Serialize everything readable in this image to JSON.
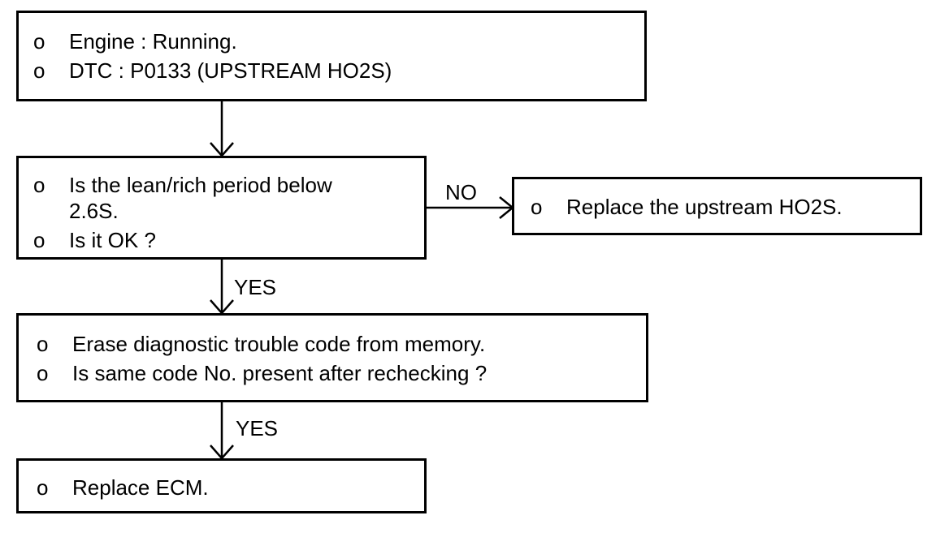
{
  "flowchart": {
    "box1": {
      "bullet": "o",
      "lines": [
        "Engine : Running.",
        "DTC : P0133 (UPSTREAM HO2S)"
      ]
    },
    "box2": {
      "bullet": "o",
      "lines": [
        "Is the lean/rich period below",
        "2.6S.",
        "Is it OK ?"
      ]
    },
    "box3": {
      "bullet": "o",
      "lines": [
        "Erase diagnostic trouble code from memory.",
        "Is same code No. present after rechecking ?"
      ]
    },
    "box4": {
      "bullet": "o",
      "lines": [
        "Replace ECM."
      ]
    },
    "box_no": {
      "bullet": "o",
      "lines": [
        "Replace the upstream HO2S."
      ]
    },
    "labels": {
      "no": "NO",
      "yes1": "YES",
      "yes2": "YES"
    }
  }
}
